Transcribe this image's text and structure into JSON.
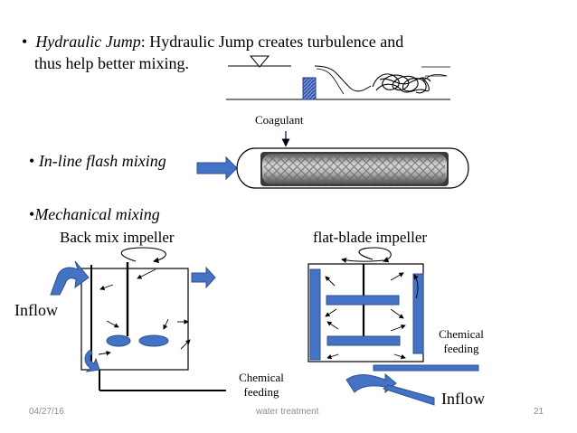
{
  "bullets": {
    "hydraulic": {
      "term": "Hydraulic Jump",
      "text": ": Hydraulic Jump creates turbulence and",
      "line2": "thus help better mixing."
    },
    "inline": {
      "term": "In-line flash mixing"
    },
    "mechanical": {
      "term": "Mechanical mixing"
    }
  },
  "labels": {
    "coagulant": "Coagulant",
    "back_mix": "Back mix impeller",
    "flat_blade": "flat-blade impeller",
    "inflow_left": "Inflow",
    "inflow_right": "Inflow",
    "chem_left_1": "Chemical",
    "chem_left_2": "feeding",
    "chem_right_1": "Chemical",
    "chem_right_2": "feeding"
  },
  "footer": {
    "date": "04/27/16",
    "center": "water treatment",
    "page": "21"
  },
  "colors": {
    "accent_blue": "#4472c4",
    "dark_blue": "#2f528f"
  }
}
